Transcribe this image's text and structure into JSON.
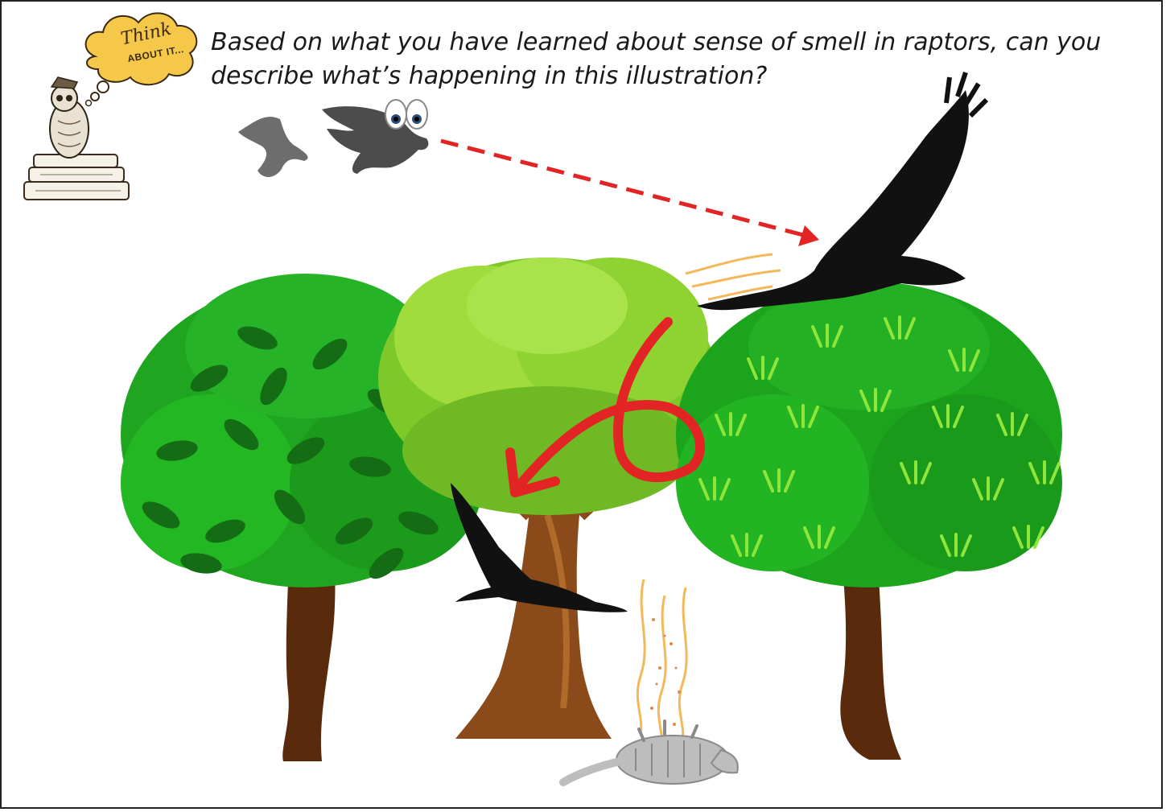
{
  "prompt": {
    "question": "Based on what you have learned about sense of smell in raptors, can you describe what’s happening in this illustration?"
  },
  "badge": {
    "line1": "Think",
    "line2": "ABOUT IT..."
  },
  "colors": {
    "arrow_red": "#e32424",
    "badge_yellow": "#f6c84a",
    "tree_dark": "#1f8f1f",
    "tree_light": "#7fd32a",
    "trunk": "#5a2a0c",
    "scent": "#f2b85a"
  },
  "icons": [
    "owl-on-books-icon",
    "thought-bubble-icon",
    "eyes-icon",
    "vulture-icon",
    "crow-icon",
    "armadillo-icon",
    "dashed-arrow-icon",
    "curved-arrow-icon",
    "scent-trail-icon"
  ]
}
